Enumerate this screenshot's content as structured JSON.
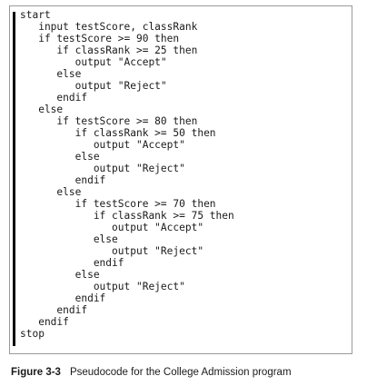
{
  "code_lines": [
    "start",
    "   input testScore, classRank",
    "   if testScore >= 90 then",
    "      if classRank >= 25 then",
    "         output \"Accept\"",
    "      else",
    "         output \"Reject\"",
    "      endif",
    "   else",
    "      if testScore >= 80 then",
    "         if classRank >= 50 then",
    "            output \"Accept\"",
    "         else",
    "            output \"Reject\"",
    "         endif",
    "      else",
    "         if testScore >= 70 then",
    "            if classRank >= 75 then",
    "               output \"Accept\"",
    "            else",
    "               output \"Reject\"",
    "            endif",
    "         else",
    "            output \"Reject\"",
    "         endif",
    "      endif",
    "   endif",
    "stop"
  ],
  "caption": {
    "label": "Figure 3-3",
    "text": "Pseudocode for the College Admission program"
  }
}
